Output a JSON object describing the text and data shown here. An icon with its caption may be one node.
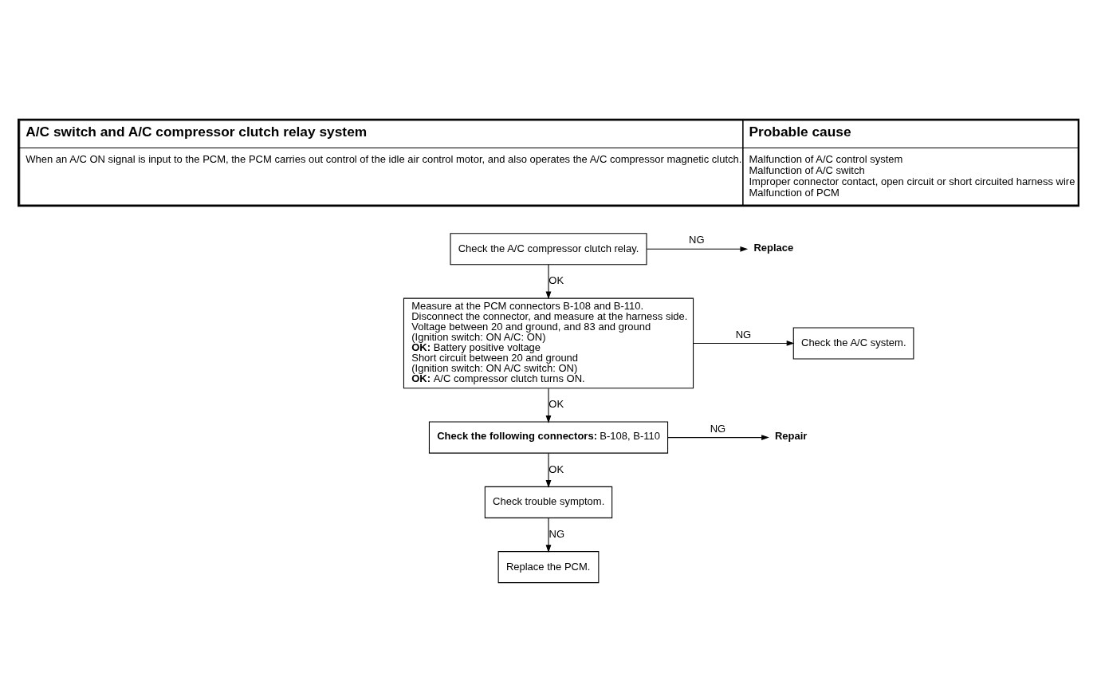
{
  "diagram": {
    "nodes": [
      {
        "text": [
          "Check the A/C compressor clutch relay."
        ]
      },
      {
        "text": [
          "Replace"
        ]
      },
      {
        "text": [
          "Measure at the PCM connectors B-108 and B-110.",
          "Disconnect the connector, and measure at the harness side.",
          "Voltage between 20 and ground, and 83 and ground",
          "(Ignition switch: ON A/C: ON)",
          "**OK:** Battery positive voltage",
          "Short circuit between 20 and ground",
          "(Ignition switch: ON A/C switch: ON)",
          "**OK:** A/C compressor clutch turns ON."
        ]
      },
      {
        "text": [
          "Check the A/C system."
        ]
      },
      {
        "text": [
          "**Check the following connectors:** B-108, B-110"
        ]
      },
      {
        "text": [
          "Repair"
        ]
      },
      {
        "text": [
          "Check trouble symptom."
        ]
      },
      {
        "text": [
          "Replace the PCM."
        ]
      }
    ],
    "edges": [
      {
        "from": 0,
        "to": 1,
        "arrow": "to",
        "label": "NG"
      },
      {
        "from": 0,
        "to": 2,
        "arrow": "to",
        "label": "OK"
      },
      {
        "from": 2,
        "to": 3,
        "arrow": "to",
        "label": "NG"
      },
      {
        "from": 2,
        "to": 4,
        "arrow": "to",
        "label": "OK"
      },
      {
        "from": 4,
        "to": 5,
        "arrow": "to",
        "label": "NG"
      },
      {
        "from": 4,
        "to": 6,
        "arrow": "to",
        "label": "OK"
      },
      {
        "from": 6,
        "to": 7,
        "arrow": "to",
        "label": "NG"
      }
    ],
    "labels": [
      "A/C switch and A/C compressor clutch relay system",
      "Probable cause",
      "When an A/C ON signal is input to the PCM, the PCM carries out control of the idle air control motor, and also operates the A/C compressor magnetic clutch.",
      "Malfunction of A/C control system",
      "Malfunction of A/C switch",
      "Improper connector contact, open circuit or short circuited harness wire",
      "Malfunction of PCM"
    ]
  }
}
